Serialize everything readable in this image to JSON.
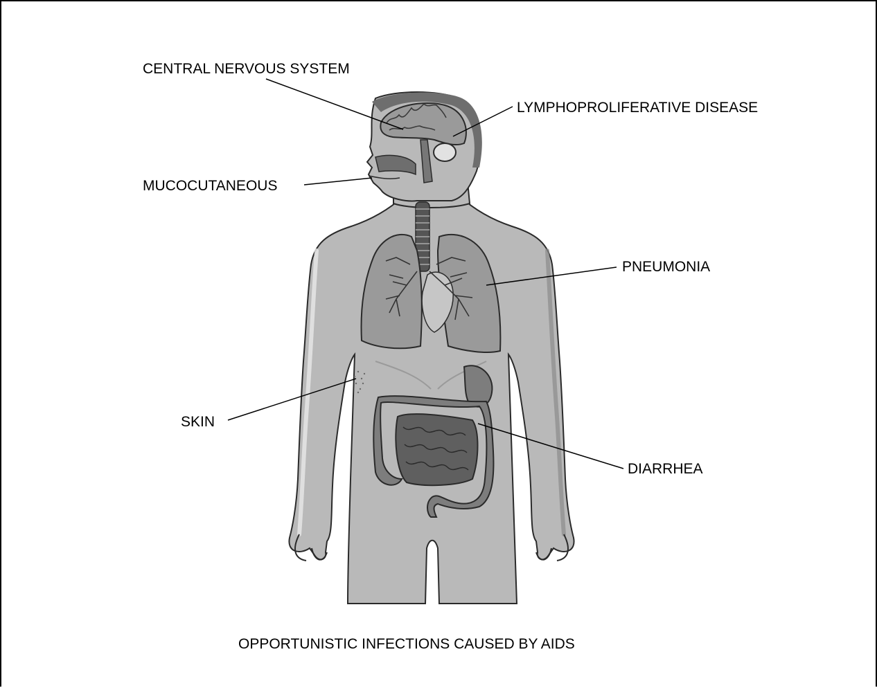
{
  "labels": {
    "central_nervous_system": "CENTRAL NERVOUS SYSTEM",
    "lymphoproliferative_disease": "LYMPHOPROLIFERATIVE DISEASE",
    "mucocutaneous": "MUCOCUTANEOUS",
    "pneumonia": "PNEUMONIA",
    "skin": "SKIN",
    "diarrhea": "DIARRHEA"
  },
  "caption": "OPPORTUNISTIC INFECTIONS CAUSED BY AIDS",
  "colors": {
    "body_fill": "#b9b9b9",
    "body_shadow": "#8c8c8c",
    "organ_fill": "#7d7d7d",
    "organ_dark": "#555555",
    "outline": "#2a2a2a",
    "leader_line": "#000000"
  }
}
